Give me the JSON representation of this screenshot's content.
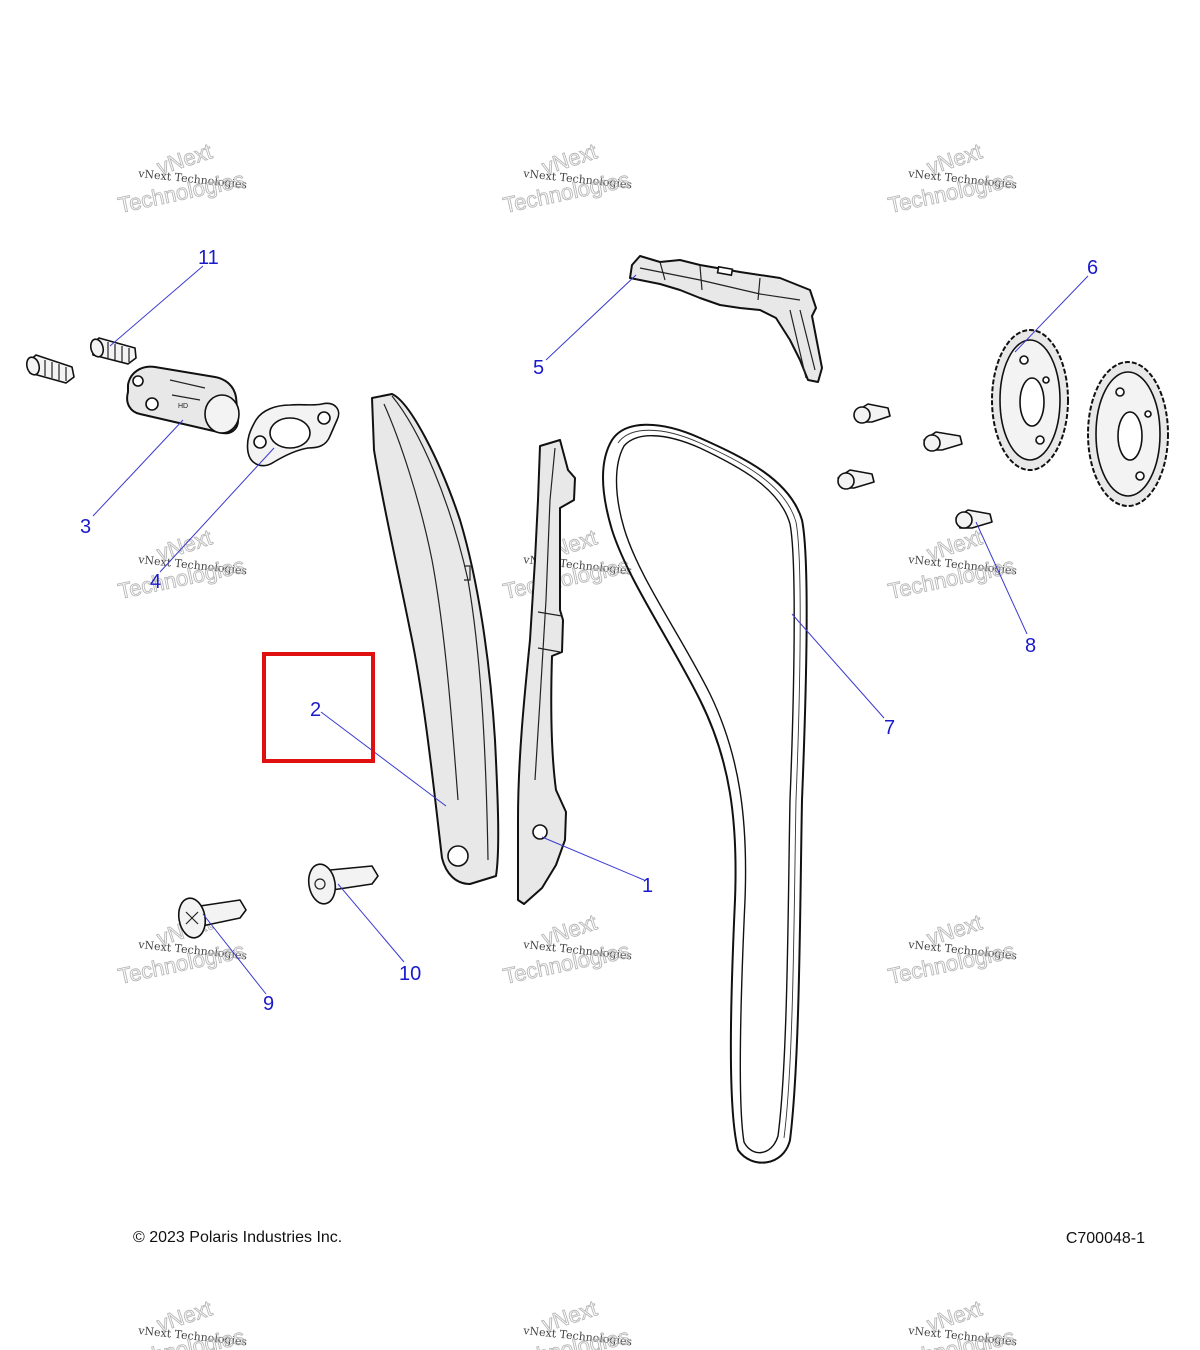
{
  "callouts": [
    {
      "number": "1"
    },
    {
      "number": "2"
    },
    {
      "number": "3"
    },
    {
      "number": "4"
    },
    {
      "number": "5"
    },
    {
      "number": "6"
    },
    {
      "number": "7"
    },
    {
      "number": "8"
    },
    {
      "number": "9"
    },
    {
      "number": "10"
    },
    {
      "number": "11"
    }
  ],
  "highlight": {
    "callout": "2",
    "color": "#e01010"
  },
  "watermark": {
    "line1": "vNext Technologies",
    "line2": "vNext",
    "line3": "Technologies"
  },
  "footer": {
    "copyright": "© 2023 Polaris Industries Inc.",
    "figure_id": "C700048-1"
  },
  "colors": {
    "callout_text": "#1a1acc",
    "leader_line": "#3a3ad0",
    "line_art": "#111111"
  }
}
